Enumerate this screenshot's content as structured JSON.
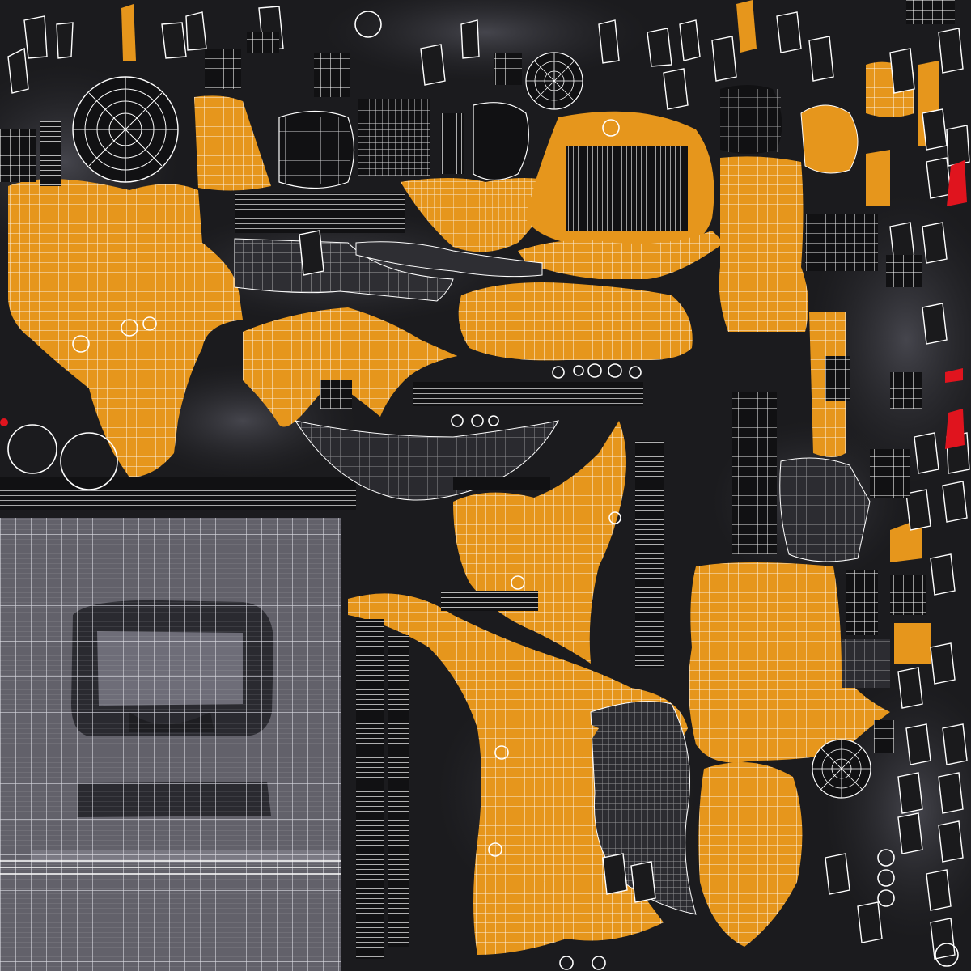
{
  "colors": {
    "background": "#1b1b1e",
    "shell_fill": "#e6961c",
    "shell_fill_dark": "#d88a16",
    "wire": "#ffffff",
    "hard_surface": "#111113",
    "smudge": "#45454c",
    "bake_panel": "#5b5a63",
    "accent_red": "#e0141e"
  },
  "icons": {
    "uv_grid": "grid-pattern",
    "radial_grid": "radial-mesh",
    "accent_marks": "red-tab"
  }
}
